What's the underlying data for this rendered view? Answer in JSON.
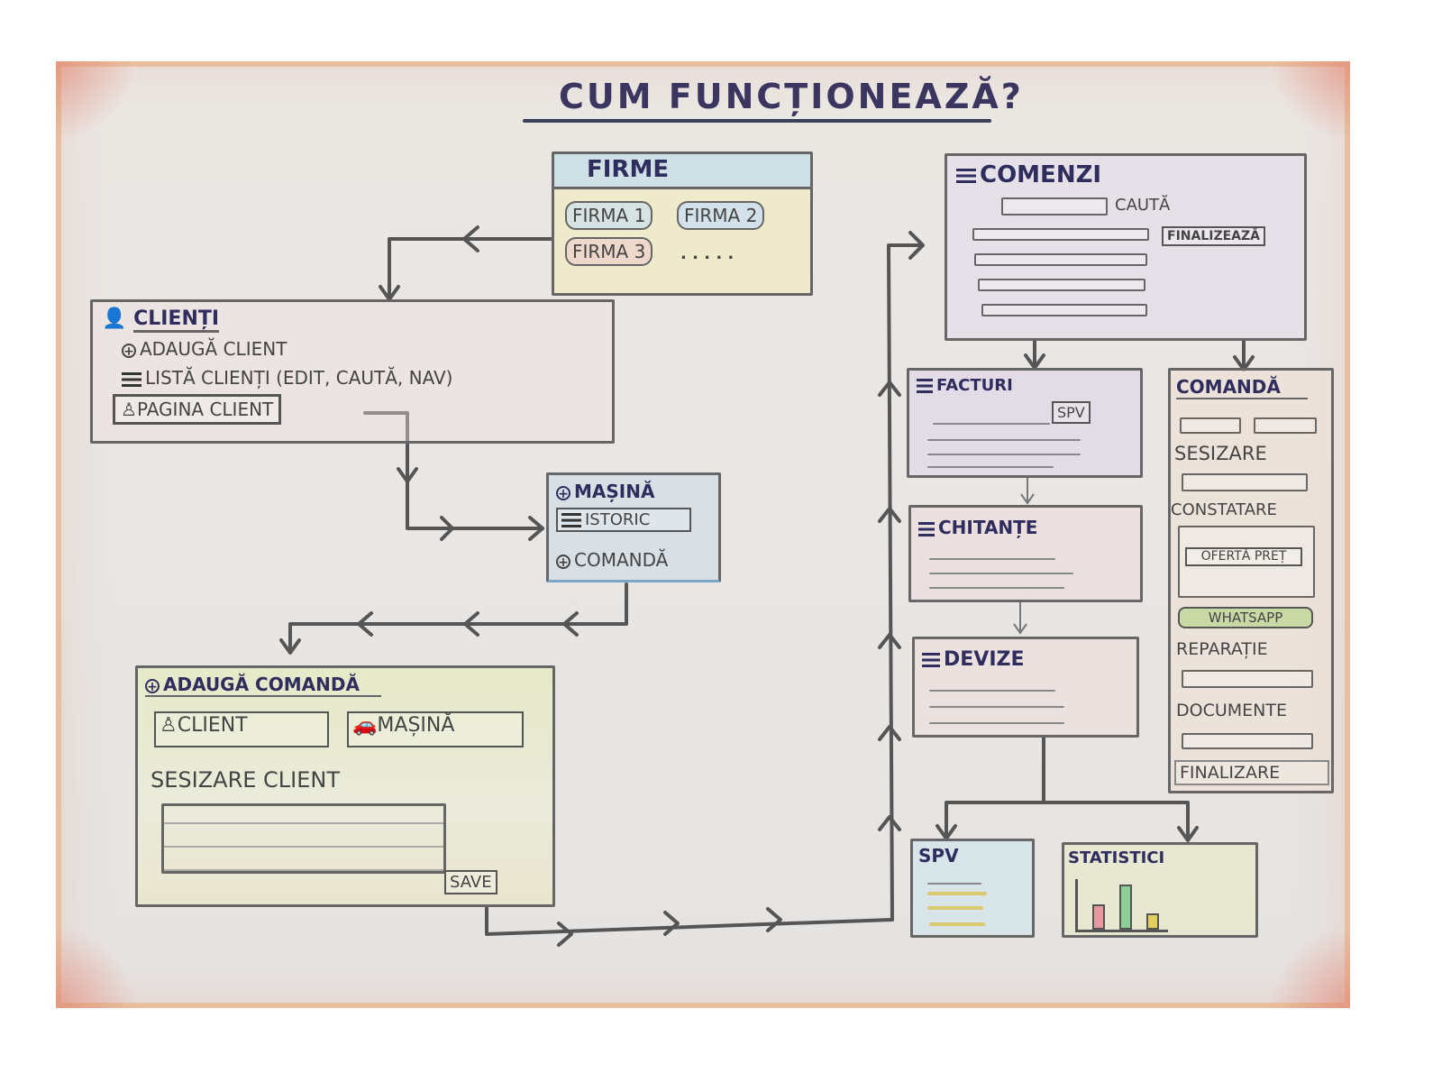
{
  "title": "CUM FUNCȚIONEAZĂ?",
  "firme": {
    "heading": "FIRME",
    "items": [
      "FIRMA 1",
      "FIRMA 2",
      "FIRMA 3"
    ],
    "more": ". . . . ."
  },
  "clienti": {
    "heading": "CLIENȚI",
    "add": "ADAUGĂ CLIENT",
    "list": "LISTĂ CLIENȚI (EDIT, CAUTĂ, NAV)",
    "page": "PAGINA CLIENT"
  },
  "masina": {
    "heading": "MAȘINĂ",
    "history": "ISTORIC",
    "order": "COMANDĂ"
  },
  "adauga_comanda": {
    "heading": "ADAUGĂ COMANDĂ",
    "client_button": "CLIENT",
    "car_button": "MAȘINĂ",
    "complaint_label": "SESIZARE CLIENT",
    "complaint_placeholder": "",
    "save": "SAVE"
  },
  "comenzi": {
    "heading": "COMENZI",
    "search_label": "CAUTĂ",
    "search_value": "",
    "finalize": "FINALIZEAZĂ",
    "rows": 4
  },
  "facturi": {
    "heading": "FACTURI",
    "spv_button": "SPV"
  },
  "chitante": {
    "heading": "CHITANȚE"
  },
  "devize": {
    "heading": "DEVIZE"
  },
  "comanda": {
    "heading": "COMANDĂ",
    "sesizare": "SESIZARE",
    "constatare": "CONSTATARE",
    "oferta": "OFERTĂ PREȚ",
    "whatsapp": "WHATSAPP",
    "reparatie": "REPARAȚIE",
    "documente": "DOCUMENTE",
    "finalizare": "FINALIZARE"
  },
  "spv": {
    "heading": "SPV"
  },
  "statistici": {
    "heading": "STATISTICI",
    "bars": [
      {
        "color": "#e59aa0",
        "value": 0.55
      },
      {
        "color": "#8ccf96",
        "value": 1.0
      },
      {
        "color": "#e3cf5a",
        "value": 0.35
      }
    ]
  },
  "colors": {
    "ink": "#2f2d5e",
    "pencil": "#555555",
    "firme_header": "#cfe0e6",
    "firme_body": "#eeeacb",
    "masina_bg": "#d8e0e6",
    "adauga_bg": "#e9ead0",
    "spv_bg": "#d7e5e8",
    "stat_bg": "#e8e8d2",
    "whatsapp_bg": "#c9d9a6"
  }
}
